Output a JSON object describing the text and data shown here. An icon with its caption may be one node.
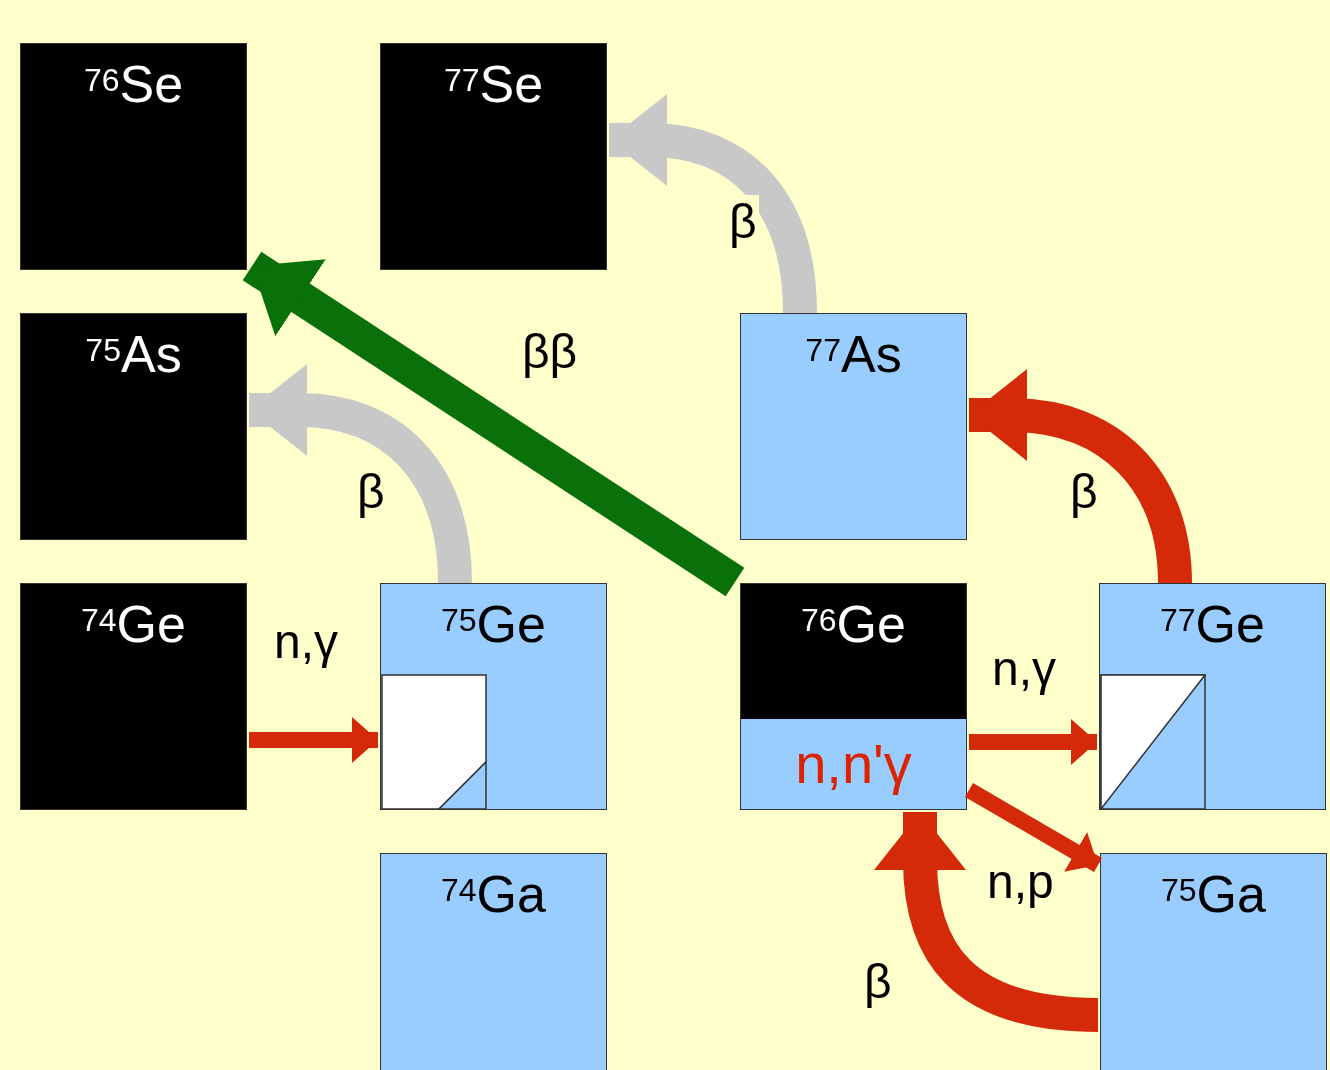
{
  "diagram": {
    "nodes": [
      {
        "text": [
          "$^{76}$Se"
        ]
      },
      {
        "text": [
          "$^{77}$Se"
        ]
      },
      {
        "text": [
          "$^{75}$As"
        ]
      },
      {
        "text": [
          "$^{77}$As"
        ]
      },
      {
        "text": [
          "$^{74}$Ge"
        ]
      },
      {
        "text": [
          "$^{75}$Ge"
        ]
      },
      {
        "text": [
          "$^{76}$Ge",
          "n,n'γ"
        ]
      },
      {
        "text": [
          "$^{77}$Ge"
        ]
      },
      {
        "text": [
          "$^{74}$Ga"
        ]
      },
      {
        "text": [
          "$^{75}$Ga"
        ]
      }
    ],
    "edges": [
      {
        "from": 3,
        "to": 1,
        "arrow": "to",
        "label": "β",
        "color": "#c8c8c8"
      },
      {
        "from": 6,
        "to": 0,
        "arrow": "to",
        "label": "ββ",
        "color": "#0a700a"
      },
      {
        "from": 5,
        "to": 2,
        "arrow": "to",
        "label": "β",
        "color": "#c8c8c8"
      },
      {
        "from": 7,
        "to": 3,
        "arrow": "to",
        "label": "β"
      },
      {
        "from": 4,
        "to": 5,
        "arrow": "to",
        "label": "n,γ"
      },
      {
        "from": 6,
        "to": 7,
        "arrow": "to",
        "label": "n,γ"
      },
      {
        "from": 6,
        "to": 9,
        "arrow": "to",
        "label": "n,p"
      },
      {
        "from": 9,
        "to": 6,
        "arrow": "to",
        "label": "β"
      }
    ]
  }
}
